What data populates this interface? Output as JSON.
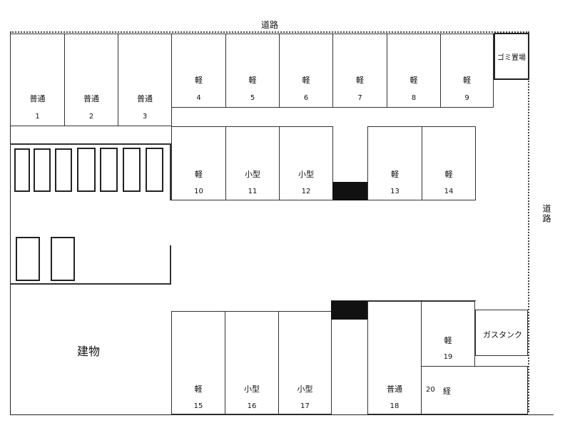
{
  "roads": {
    "top": "道路",
    "right": "道路"
  },
  "garbage": "ゴミ置場",
  "gas_tank": "ガスタンク",
  "building": "建物",
  "spots": [
    {
      "type": "普通",
      "num": "1"
    },
    {
      "type": "普通",
      "num": "2"
    },
    {
      "type": "普通",
      "num": "3"
    },
    {
      "type": "軽",
      "num": "4"
    },
    {
      "type": "軽",
      "num": "5"
    },
    {
      "type": "軽",
      "num": "6"
    },
    {
      "type": "軽",
      "num": "7"
    },
    {
      "type": "軽",
      "num": "8"
    },
    {
      "type": "軽",
      "num": "9"
    },
    {
      "type": "軽",
      "num": "10"
    },
    {
      "type": "小型",
      "num": "11"
    },
    {
      "type": "小型",
      "num": "12"
    },
    {
      "type": "軽",
      "num": "13"
    },
    {
      "type": "軽",
      "num": "14"
    },
    {
      "type": "軽",
      "num": "15"
    },
    {
      "type": "小型",
      "num": "16"
    },
    {
      "type": "小型",
      "num": "17"
    },
    {
      "type": "普通",
      "num": "18"
    },
    {
      "type": "軽",
      "num": "19"
    },
    {
      "type": "経",
      "num": "20"
    }
  ]
}
